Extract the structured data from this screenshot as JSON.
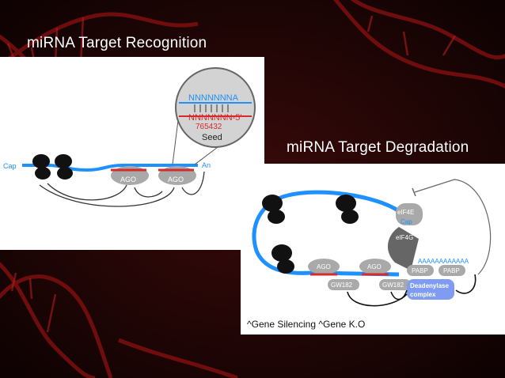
{
  "slide": {
    "title_recognition": "miRNA Target Recognition",
    "title_degradation": "miRNA Target Degradation",
    "caption": "^Gene Silencing ^Gene K.O"
  },
  "recognition": {
    "cap_label": "Cap",
    "polya_label": "An",
    "ago_label_1": "AGO",
    "ago_label_2": "AGO",
    "target_seq": "NNNNNNNA",
    "mirna_seq": "NNNNNNN-5'",
    "seed_positions": "765432",
    "seed_label": "Seed"
  },
  "degradation": {
    "eif4e_label": "eIF4E",
    "cap_label": "Cap",
    "eif4g_label": "eIF4G",
    "ago_label_1": "AGO",
    "ago_label_2": "AGO",
    "gw182_label_1": "GW182",
    "gw182_label_2": "GW182",
    "pabp_label_1": "PABP",
    "pabp_label_2": "PABP",
    "polya_seq": "AAAAAAAAAAAA",
    "deadenylase_line1": "Deadenylase",
    "deadenylase_line2": "complex"
  },
  "colors": {
    "mrna_blue": "#1e90ff",
    "mirna_red": "#d42b2b",
    "protein_gray": "#a9a9a9",
    "ribosome": "#111111",
    "deadenylase_blue": "#7f9cf2",
    "background": "#1a0606"
  }
}
